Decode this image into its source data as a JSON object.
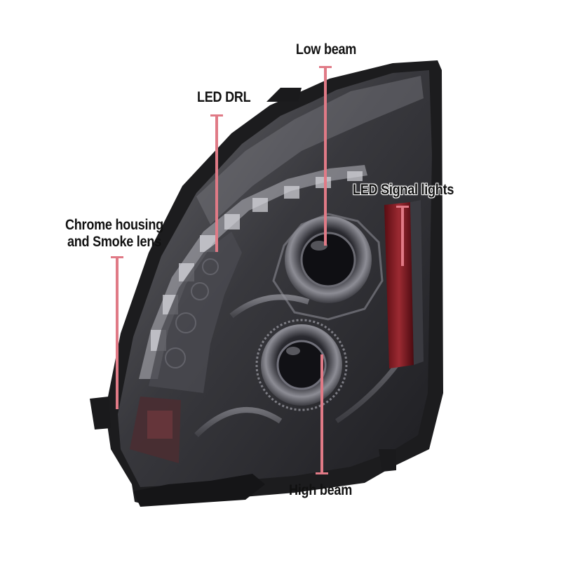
{
  "callouts": {
    "low_beam": "Low beam",
    "led_drl": "LED DRL",
    "led_signal": "LED Signal lights",
    "housing_line1": "Chrome housing",
    "housing_line2": "and Smoke lens",
    "high_beam": "High beam"
  },
  "colors": {
    "callout_line": "#e07a86",
    "housing_dark": "#1c1c1e",
    "smoke_lens": "#3a3a3f",
    "signal_red": "#8a1620"
  }
}
